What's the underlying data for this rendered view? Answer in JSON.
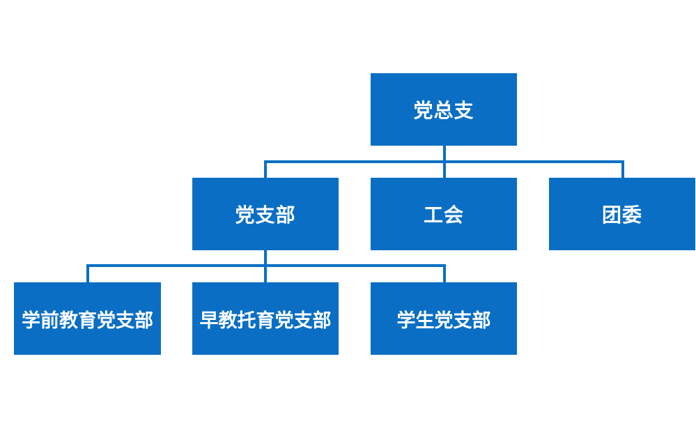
{
  "root": {
    "label": "党总支"
  },
  "level2": [
    {
      "label": "党支部"
    },
    {
      "label": "工会"
    },
    {
      "label": "团委"
    }
  ],
  "level3": [
    {
      "label": "学前教育党支部"
    },
    {
      "label": "早教托育党支部"
    },
    {
      "label": "学生党支部"
    }
  ],
  "colors": {
    "node_fill": "#0a6fc4",
    "connector": "#0a6fc4",
    "text": "#ffffff"
  }
}
